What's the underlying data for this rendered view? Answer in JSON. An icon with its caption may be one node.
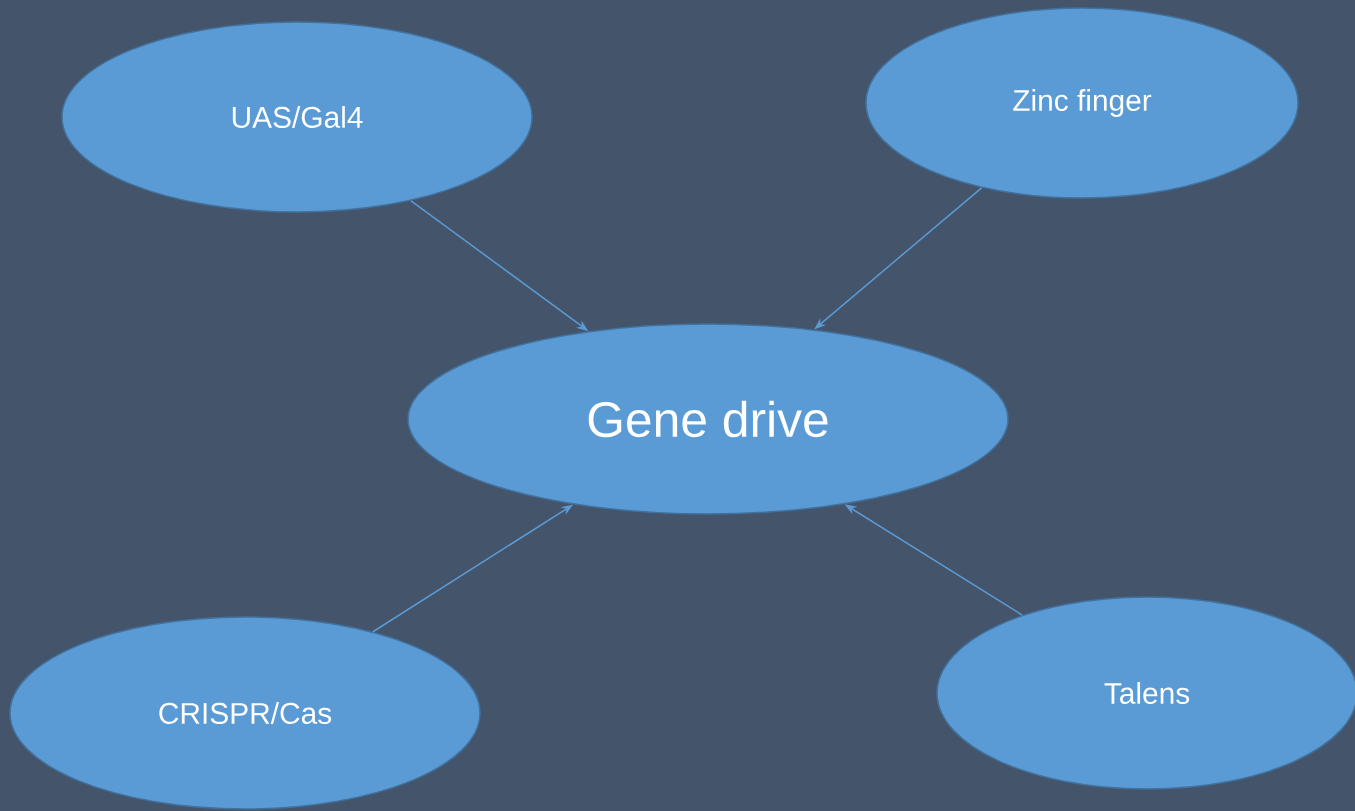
{
  "diagram": {
    "nodes": [
      {
        "text": [
          "UAS/Gal4"
        ]
      },
      {
        "text": [
          "Zinc finger"
        ]
      },
      {
        "text": [
          "Gene drive"
        ]
      },
      {
        "text": [
          "CRISPR/Cas"
        ]
      },
      {
        "text": [
          "Talens"
        ]
      }
    ],
    "edges": [
      {
        "from": 0,
        "to": 2,
        "arrow": "to"
      },
      {
        "from": 1,
        "to": 2,
        "arrow": "to"
      },
      {
        "from": 3,
        "to": 2,
        "arrow": "to"
      },
      {
        "from": 4,
        "to": 2,
        "arrow": "to"
      }
    ]
  }
}
